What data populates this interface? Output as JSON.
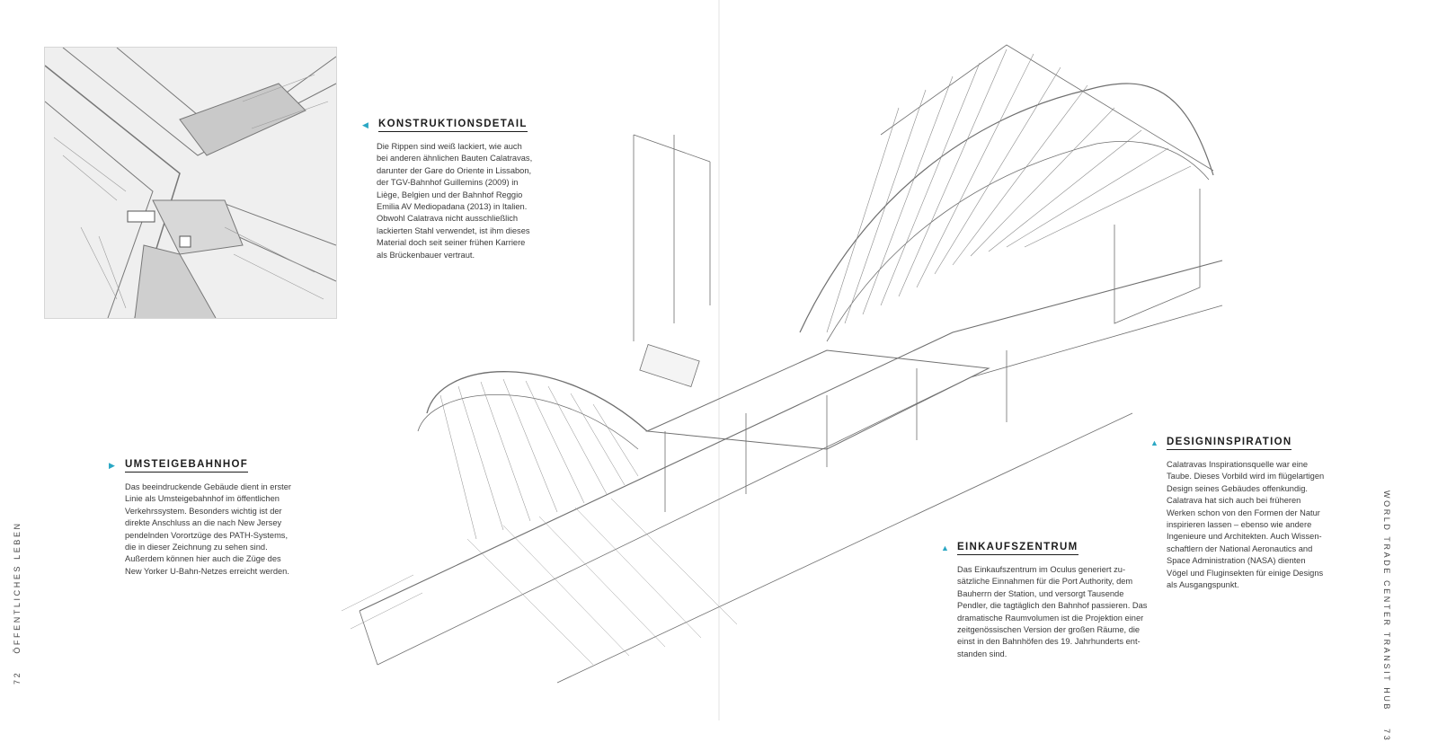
{
  "callouts": {
    "konstruktionsdetail": {
      "title": "KONSTRUKTIONSDETAIL",
      "body": "Die Rippen sind weiß lackiert, wie auch\nbei anderen ähnlichen Bauten Calatravas,\ndarunter der Gare do Oriente in Lissabon,\nder TGV-Bahnhof Guillemins (2009) in\nLiège, Belgien und der Bahnhof Reggio\nEmilia AV Mediopadana (2013) in Italien.\nObwohl Calatrava nicht ausschließlich\nlackierten Stahl verwendet, ist ihm dieses\nMaterial doch seit seiner frühen Karriere\nals Brückenbauer vertraut."
    },
    "umsteigebahnhof": {
      "title": "UMSTEIGEBAHNHOF",
      "body": "Das beeindruckende Gebäude dient in erster\nLinie als Umsteigebahnhof im öffentlichen\nVerkehrssystem. Besonders wichtig ist der\ndirekte Anschluss an die nach New Jersey\npendelnden Vorortzüge des PATH-Systems,\ndie in dieser Zeichnung zu sehen sind.\nAußerdem können hier auch die Züge des\nNew Yorker U-Bahn-Netzes erreicht werden."
    },
    "einkaufszentrum": {
      "title": "EINKAUFSZENTRUM",
      "body": "Das Einkaufszentrum im Oculus generiert zu-\nsätzliche Einnahmen für die Port Authority, dem\nBauherrn der Station, und versorgt Tausende\nPendler, die tagtäglich den Bahnhof passieren. Das\ndramatische Raumvolumen ist die Projektion einer\nzeitgenössischen Version der großen Räume, die\neinst in den Bahnhöfen des 19. Jahrhunderts ent-\nstanden sind."
    },
    "designinspiration": {
      "title": "DESIGNINSPIRATION",
      "body": "Calatravas Inspirationsquelle war eine\nTaube. Dieses Vorbild wird im flügelartigen\nDesign seines Gebäudes offenkundig.\nCalatrava hat sich auch bei früheren\nWerken schon von den Formen der Natur\ninspirieren lassen – ebenso wie andere\nIngenieure und Architekten. Auch Wissen-\nschaftlern der National Aeronautics and\nSpace Administration (NASA) dienten\nVögel und Fluginsekten für einige Designs\nals Ausgangspunkt."
    }
  },
  "markers": {
    "left": "◀",
    "right": "▶",
    "up": "▲"
  },
  "running_left": {
    "page": "72",
    "section": "ÖFFENTLICHES LEBEN"
  },
  "running_right": {
    "page": "73",
    "section": "WORLD TRADE CENTER TRANSIT HUB"
  },
  "colors": {
    "accent": "#2aa7c4",
    "ink": "#2b2b2b",
    "paper": "#ffffff"
  }
}
